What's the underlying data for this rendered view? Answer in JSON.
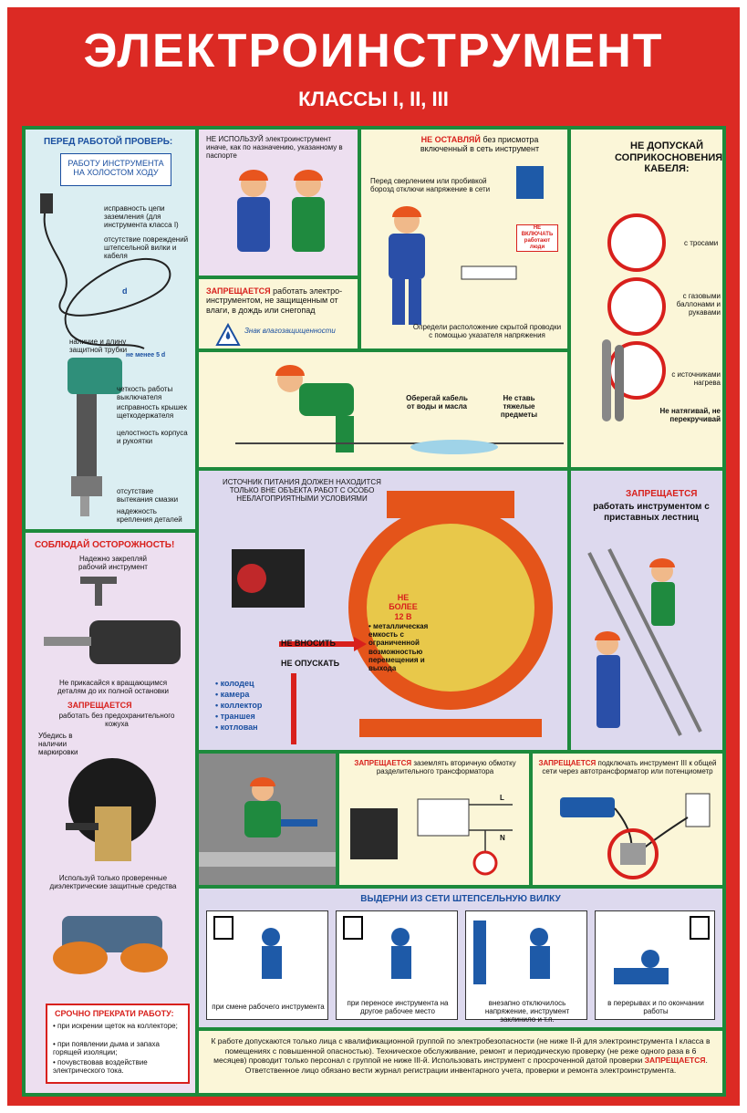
{
  "header": {
    "title": "ЭЛЕКТРОИНСТРУМЕНТ",
    "subtitle": "КЛАССЫ I, II, III"
  },
  "check": {
    "heading": "ПЕРЕД РАБОТОЙ ПРОВЕРЬ:",
    "idle_box": "РАБОТУ ИНСТРУМЕНТА НА ХОЛОСТОМ ХОДУ",
    "items": [
      "исправность цепи заземления (для инструмента класса I)",
      "отсутствие повреждений штепсельной вилки и кабеля",
      "наличие и длину защитной трубки",
      "четкость работы выключателя",
      "исправность крышек щеткодержателя",
      "целостность корпуса и рукоятки",
      "отсутствие вытекания смазки",
      "надежность крепления деталей"
    ],
    "d_label": "d",
    "len_label": "не менее 5 d"
  },
  "caution": {
    "heading": "СОБЛЮДАЙ ОСТОРОЖНОСТЬ!",
    "fix_tool": "Надежно закрепляй рабочий инструмент",
    "no_touch": "Не прикасайся к вращающимся деталям до их полной остановки",
    "forbidden": "ЗАПРЕЩАЕТСЯ",
    "no_guard": "работать без предохранительного кожуха",
    "marking": "Убедись в наличии маркировки",
    "dielectric": "Используй только проверенные диэлектрические защитные средства"
  },
  "stop": {
    "heading": "СРОЧНО ПРЕКРАТИ РАБОТУ:",
    "items": [
      "• при искрении щеток на коллекторе;",
      "• при появлении дыма и запаха горящей изоляции;",
      "• почувствовав воздействие электрического тока."
    ]
  },
  "top": {
    "misuse": "НЕ ИСПОЛЬЗУЙ электроинструмент иначе, как по назначению, указанному в паспорте",
    "dont_leave_red": "НЕ ОСТАВЛЯЙ",
    "dont_leave": "без присмотра включенный в сеть инструмент",
    "drilling": "Перед сверлением или пробивкой борозд отключи напряжение в сети",
    "sign": "НЕ ВКЛЮЧАТЬ работают люди",
    "hidden_wiring": "Определи расположение скрытой проводки с помощью указателя напряжения",
    "rain_red": "ЗАПРЕЩАЕТСЯ",
    "rain": "работать электро-инструментом, не защищенным от влаги, в дождь или снегопад",
    "moisture_sign": "Знак влагозащищенности",
    "cable_head": "НЕ ДОПУСКАЙ СОПРИКОСНОВЕНИЯ КАБЕЛЯ:",
    "cable_items": [
      "с тросами",
      "с газовыми баллонами и рукавами",
      "с источниками нагрева"
    ],
    "no_tension": "Не натягивай, не перекручивай",
    "protect_cable": "Оберегай кабель от воды и масла",
    "no_heavy": "Не ставь тяжелые предметы"
  },
  "middle": {
    "power_source": "ИСТОЧНИК ПИТАНИЯ ДОЛЖЕН НАХОДИТСЯ ТОЛЬКО ВНЕ ОБЪЕКТА РАБОТ С ОСОБО НЕБЛАГОПРИЯТНЫМИ УСЛОВИЯМИ",
    "max_voltage": "НЕ БОЛЕЕ 12 В",
    "vessel": "• металлическая емкость с ограниченной возможностью перемещения и выхода",
    "no_bring": "НЕ ВНОСИТЬ",
    "no_lower": "НЕ ОПУСКАТЬ",
    "places": [
      "• колодец",
      "• камера",
      "• коллектор",
      "• траншея",
      "• котлован"
    ],
    "ladder_red": "ЗАПРЕЩАЕТСЯ",
    "ladder": "работать инструментом с приставных лестниц"
  },
  "lower": {
    "ground_red": "ЗАПРЕЩАЕТСЯ",
    "ground": "заземлять вторичную обмотку разделительного трансформатора",
    "connect_red": "ЗАПРЕЩАЕТСЯ",
    "connect": "подключать инструмент III к общей сети через автотрансформатор или потенциометр",
    "L": "L",
    "N": "N"
  },
  "unplug": {
    "heading": "ВЫДЕРНИ ИЗ СЕТИ ШТЕПСЕЛЬНУЮ ВИЛКУ",
    "cases": [
      "при смене рабочего инструмента",
      "при переносе инструмента на другое рабочее место",
      "внезапно отключилось напряжение, инструмент заклинило и т.п.",
      "в перерывах и по окончании работы"
    ]
  },
  "footer": {
    "text1": "К работе допускаются только лица с квалификационной группой по электробезопасности (не ниже II-й для электроинструмента I класса в помещениях с повышенной опасностью). Техническое обслуживание, ремонт и периодическую проверку (не реже одного раза в 6 месяцев) проводит только персонал с группой не ниже III-й. Использовать инструмент с просроченной датой проверки",
    "red": "ЗАПРЕЩАЕТСЯ",
    "text2": ". Ответственное лицо обязано вести журнал регистрации инвентарного учета, проверки и ремонта электроинструмента."
  },
  "colors": {
    "poster_red": "#dc2a24",
    "frame_green": "#1d8a3c",
    "panel_blue": "#dbeef2",
    "panel_pink": "#eddff0",
    "panel_cream": "#fbf6d8",
    "panel_lavender": "#ddd9ee"
  }
}
